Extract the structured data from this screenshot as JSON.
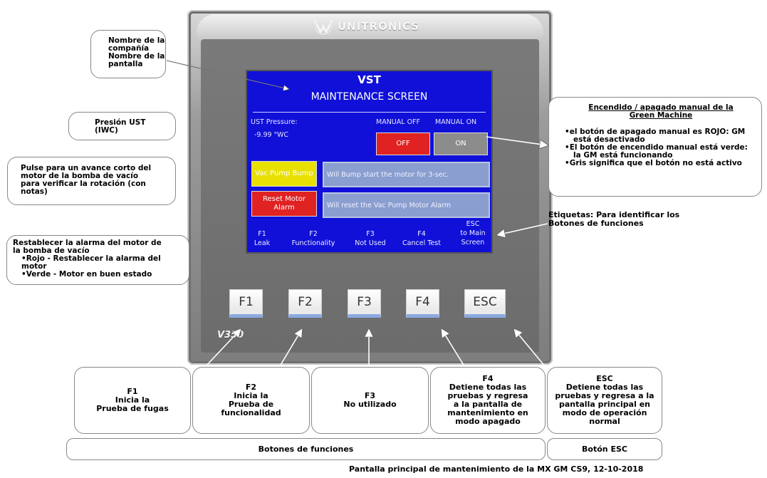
{
  "device": {
    "brand": "UNITRONICS",
    "model": "V350",
    "keys": [
      "F1",
      "F2",
      "F3",
      "F4",
      "ESC"
    ]
  },
  "screen": {
    "title": "VST",
    "subtitle": "MAINTENANCE SCREEN",
    "pressure_label": "UST Pressure:",
    "pressure_value": "-9.99 \"WC",
    "manual_off_label": "MANUAL OFF",
    "manual_on_label": "MANUAL ON",
    "off_button": "OFF",
    "on_button": "ON",
    "vac_pump_button": "Vac Pump Bump",
    "vac_pump_info": "Will Bump start the motor for 3-sec.",
    "reset_button": "Reset Motor Alarm",
    "reset_info": "Will reset the Vac Pump Motor Alarm",
    "function_labels": [
      {
        "key": "F1",
        "text": "Leak"
      },
      {
        "key": "F2",
        "text": "Functionality"
      },
      {
        "key": "F3",
        "text": "Not Used"
      },
      {
        "key": "F4",
        "text": "Cancel Test"
      },
      {
        "key": "ESC",
        "text": "to Main Screen"
      }
    ],
    "colors": {
      "background": "#1010d8",
      "off_button": "#e02222",
      "on_button": "#8c8c8c",
      "vac_pump_button": "#e8e000",
      "reset_button": "#e02222",
      "info_box": "#8a9ecf"
    }
  },
  "callouts": {
    "company": [
      "Nombre de la",
      "compañía",
      "Nombre de la",
      "pantalla"
    ],
    "pressure": [
      "Presión UST",
      "(IWC)"
    ],
    "bump": [
      "Pulse para un avance corto del",
      "motor de la bomba de vacío",
      "para verificar la rotación (con",
      "notas)"
    ],
    "reset": [
      "Restablecer la alarma del motor de",
      "la bomba de vacío",
      "•Rojo - Restablecer la alarma del",
      "motor",
      "•Verde - Motor en buen estado"
    ],
    "manual": {
      "title": [
        "Encendido / apagado manual de la",
        "Green Machine"
      ],
      "lines": [
        "•el botón de apagado manual es ROJO: GM",
        "está desactivado",
        "•El botón de encendido manual está verde:",
        "la GM está funcionando",
        "•Gris significa que el botón no está activo"
      ]
    },
    "labels": [
      "Etiquetas: Para identificar los",
      "Botones de funciones"
    ]
  },
  "bottom": {
    "f1": [
      "F1",
      "Inicia la",
      "Prueba de fugas"
    ],
    "f2": [
      "F2",
      "Inicia la",
      "Prueba de",
      "funcionalidad"
    ],
    "f3": [
      "F3",
      "No utilizado"
    ],
    "f4": [
      "F4",
      "Detiene todas las",
      "pruebas y regresa",
      "a la pantalla de",
      "mantenimiento en",
      "modo apagado"
    ],
    "esc": [
      "ESC",
      "Detiene todas las",
      "pruebas y regresa a la",
      "pantalla principal en",
      "modo de operación",
      "normal"
    ],
    "function_buttons": "Botones de funciones",
    "esc_button": "Botón ESC"
  },
  "footer": "Pantalla principal de mantenimiento de la MX GM CS9, 12-10-2018"
}
